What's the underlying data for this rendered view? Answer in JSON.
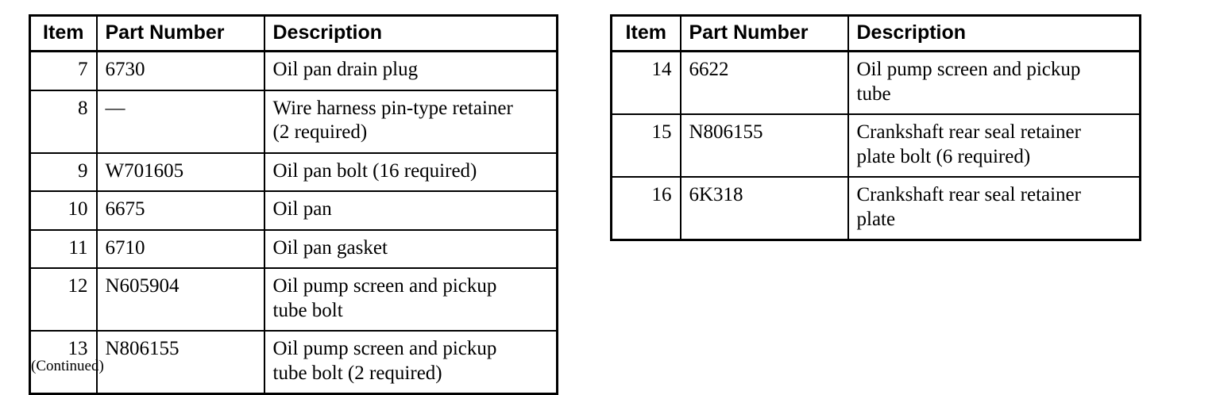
{
  "document": {
    "type": "parts-list",
    "continued_note": "(Continued)",
    "colors": {
      "background": "#ffffff",
      "text": "#000000",
      "border": "#000000"
    }
  },
  "tables": [
    {
      "id": "left",
      "columns": [
        "Item",
        "Part Number",
        "Description"
      ],
      "rows": [
        {
          "item": "7",
          "part_number": "6730",
          "description_lines": [
            "Oil pan drain plug"
          ]
        },
        {
          "item": "8",
          "part_number": "—",
          "description_lines": [
            "Wire harness pin-type retainer",
            "(2 required)"
          ]
        },
        {
          "item": "9",
          "part_number": "W701605",
          "description_lines": [
            "Oil pan bolt (16 required)"
          ]
        },
        {
          "item": "10",
          "part_number": "6675",
          "description_lines": [
            "Oil pan"
          ]
        },
        {
          "item": "11",
          "part_number": "6710",
          "description_lines": [
            "Oil pan gasket"
          ]
        },
        {
          "item": "12",
          "part_number": "N605904",
          "description_lines": [
            "Oil pump screen and pickup",
            "tube bolt"
          ]
        },
        {
          "item": "13",
          "part_number": "N806155",
          "description_lines": [
            "Oil pump screen and pickup",
            "tube bolt (2 required)"
          ]
        }
      ]
    },
    {
      "id": "right",
      "columns": [
        "Item",
        "Part Number",
        "Description"
      ],
      "rows": [
        {
          "item": "14",
          "part_number": "6622",
          "description_lines": [
            "Oil pump screen and pickup",
            "tube"
          ]
        },
        {
          "item": "15",
          "part_number": "N806155",
          "description_lines": [
            "Crankshaft rear seal retainer",
            "plate bolt (6 required)"
          ]
        },
        {
          "item": "16",
          "part_number": "6K318",
          "description_lines": [
            "Crankshaft rear seal retainer",
            "plate"
          ]
        }
      ]
    }
  ]
}
